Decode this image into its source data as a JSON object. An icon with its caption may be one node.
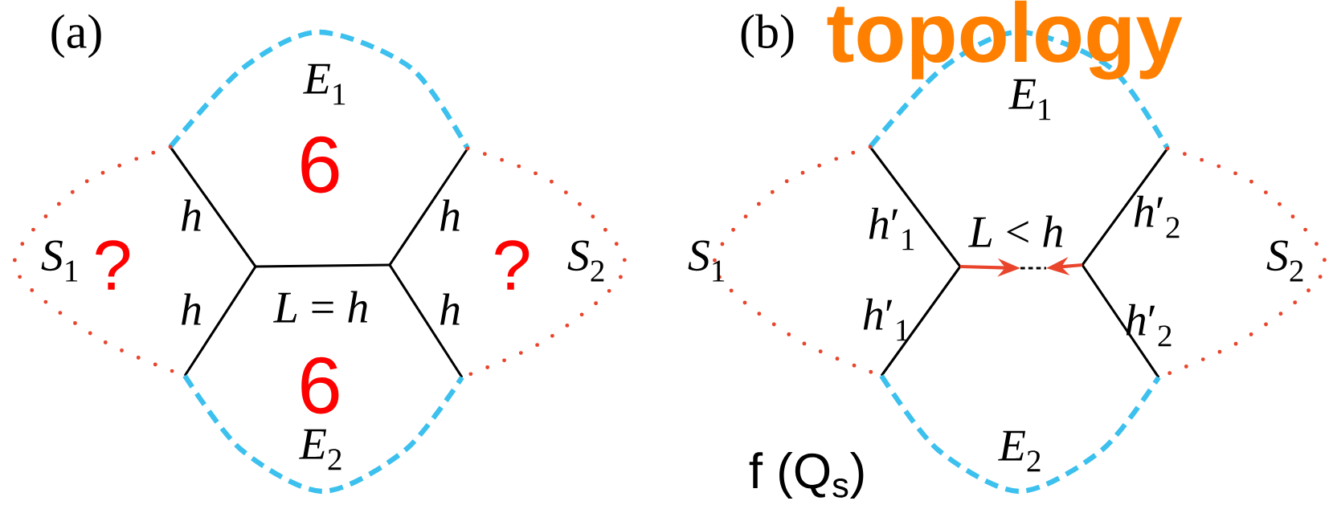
{
  "diagram": {
    "labels": [
      "(a)",
      "*E*$_{1}$",
      "6",
      "*h*",
      "*h*",
      "*S*$_{1}$",
      "?",
      "*L* = *h*",
      "?",
      "*S*$_{2}$",
      "*h*",
      "*h*",
      "6",
      "*E*$_{2}$",
      "(b)",
      "topology",
      "*E*$_{1}$",
      "*h*′$_{1}$",
      "*L* < *h*",
      "*h*′$_{2}$",
      "*S*$_{1}$",
      "*S*$_{2}$",
      "*h*′$_{1}$",
      "*h*′$_{2}$",
      "*E*$_{2}$",
      "f (Q$_{s}$)"
    ]
  }
}
